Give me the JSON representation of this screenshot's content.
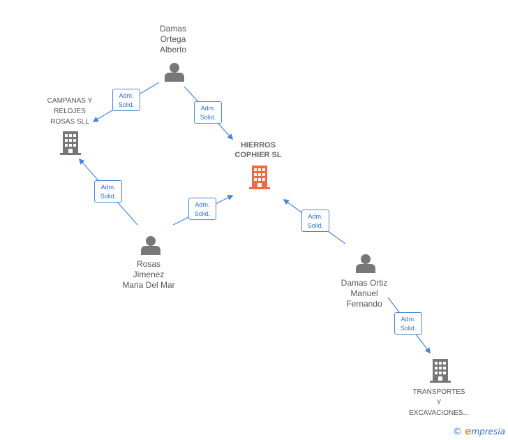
{
  "colors": {
    "edge": "#4a86d4",
    "person_icon": "#777777",
    "company_icon": "#777777",
    "main_company_icon": "#f26a3f"
  },
  "nodes": {
    "damas_ortega": {
      "lines": [
        "Damas",
        "Ortega",
        "Alberto"
      ],
      "icon": "person-icon"
    },
    "campanas": {
      "lines": [
        "CAMPANAS Y",
        "RELOJES",
        "ROSAS SLL"
      ],
      "icon": "building-icon"
    },
    "hierros": {
      "lines": [
        "HIERROS",
        "COPHIER  SL"
      ],
      "icon": "building-icon"
    },
    "rosas_jimenez": {
      "lines": [
        "Rosas",
        "Jimenez",
        "Maria Del Mar"
      ],
      "icon": "person-icon"
    },
    "damas_ortiz": {
      "lines": [
        "Damas Ortiz",
        "Manuel",
        "Fernando"
      ],
      "icon": "person-icon"
    },
    "transportes": {
      "lines": [
        "TRANSPORTES",
        "Y",
        "EXCAVACIONES..."
      ],
      "icon": "building-icon"
    }
  },
  "edges": [
    {
      "label": [
        "Adm.",
        "Solid."
      ]
    },
    {
      "label": [
        "Adm.",
        "Solid."
      ]
    },
    {
      "label": [
        "Adm.",
        "Solid."
      ]
    },
    {
      "label": [
        "Adm.",
        "Solid."
      ]
    },
    {
      "label": [
        "Adm.",
        "Solid."
      ]
    },
    {
      "label": [
        "Adm.",
        "Solid."
      ]
    }
  ],
  "footer": {
    "copyright": "©",
    "brand_first": "e",
    "brand_rest": "mpresia"
  }
}
